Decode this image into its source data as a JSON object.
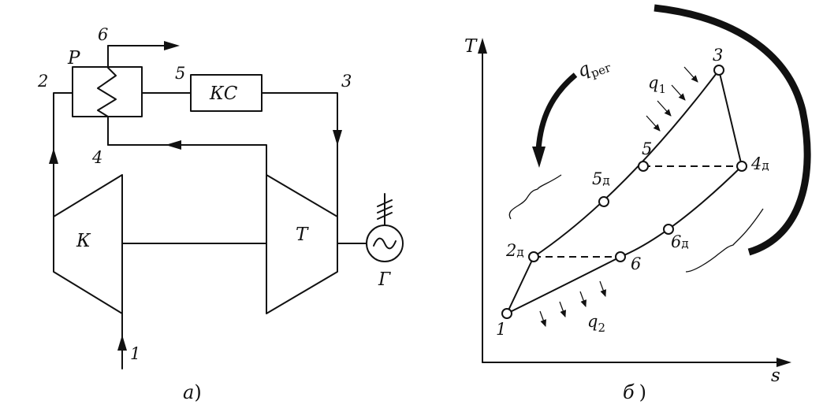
{
  "scheme": {
    "caption_letter": "а",
    "caption_paren": ")",
    "blocks": {
      "regenerator": "Р",
      "combustor": "КС",
      "compressor": "К",
      "turbine": "Т",
      "generator": "Г"
    },
    "points": [
      "1",
      "2",
      "3",
      "4",
      "5",
      "6"
    ]
  },
  "ts_diagram": {
    "caption_letter": "б",
    "caption_paren": ")",
    "axis_y": "T",
    "axis_x": "s",
    "heat_labels": {
      "q1_main": "q",
      "q1_sub": "1",
      "q2_main": "q",
      "q2_sub": "2",
      "qreg_main": "q",
      "qreg_sub": "рег"
    },
    "points": {
      "p1": "1",
      "p2d_num": "2",
      "p2d_sub": "д",
      "p3": "3",
      "p4d_num": "4",
      "p4d_sub": "д",
      "p5": "5",
      "p5d_num": "5",
      "p5d_sub": "д",
      "p6": "6",
      "p6d_num": "6",
      "p6d_sub": "д"
    }
  }
}
